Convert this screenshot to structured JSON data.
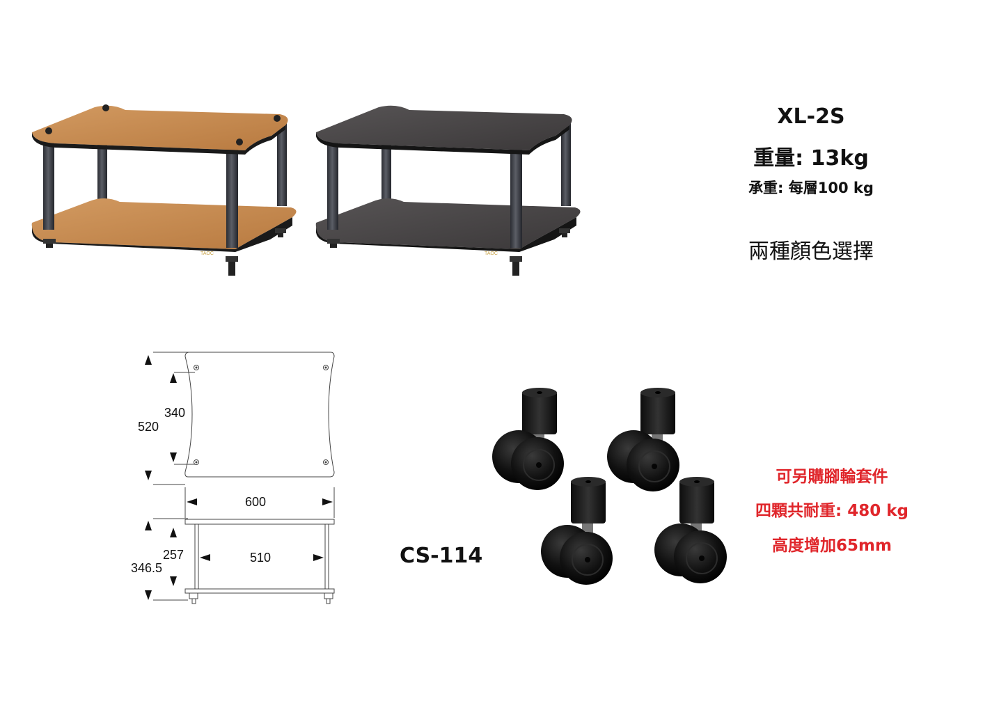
{
  "product": {
    "model": "XL-2S",
    "weight": "重量: 13kg",
    "load": "承重: 每層100 kg",
    "colors": "兩種顏色選擇",
    "brand_mark": "TAOC"
  },
  "drawing": {
    "dim_520": "520",
    "dim_340": "340",
    "dim_600": "600",
    "dim_257": "257",
    "dim_346": "346.5",
    "dim_510": "510"
  },
  "accessory": {
    "code": "CS-114",
    "line1": "可另購腳輪套件",
    "line2": "四顆共耐重: 480 kg",
    "line3": "高度增加65mm"
  },
  "colors": {
    "wood": "#c4874d",
    "dark": "#4a4748",
    "promo": "#e0262b"
  }
}
